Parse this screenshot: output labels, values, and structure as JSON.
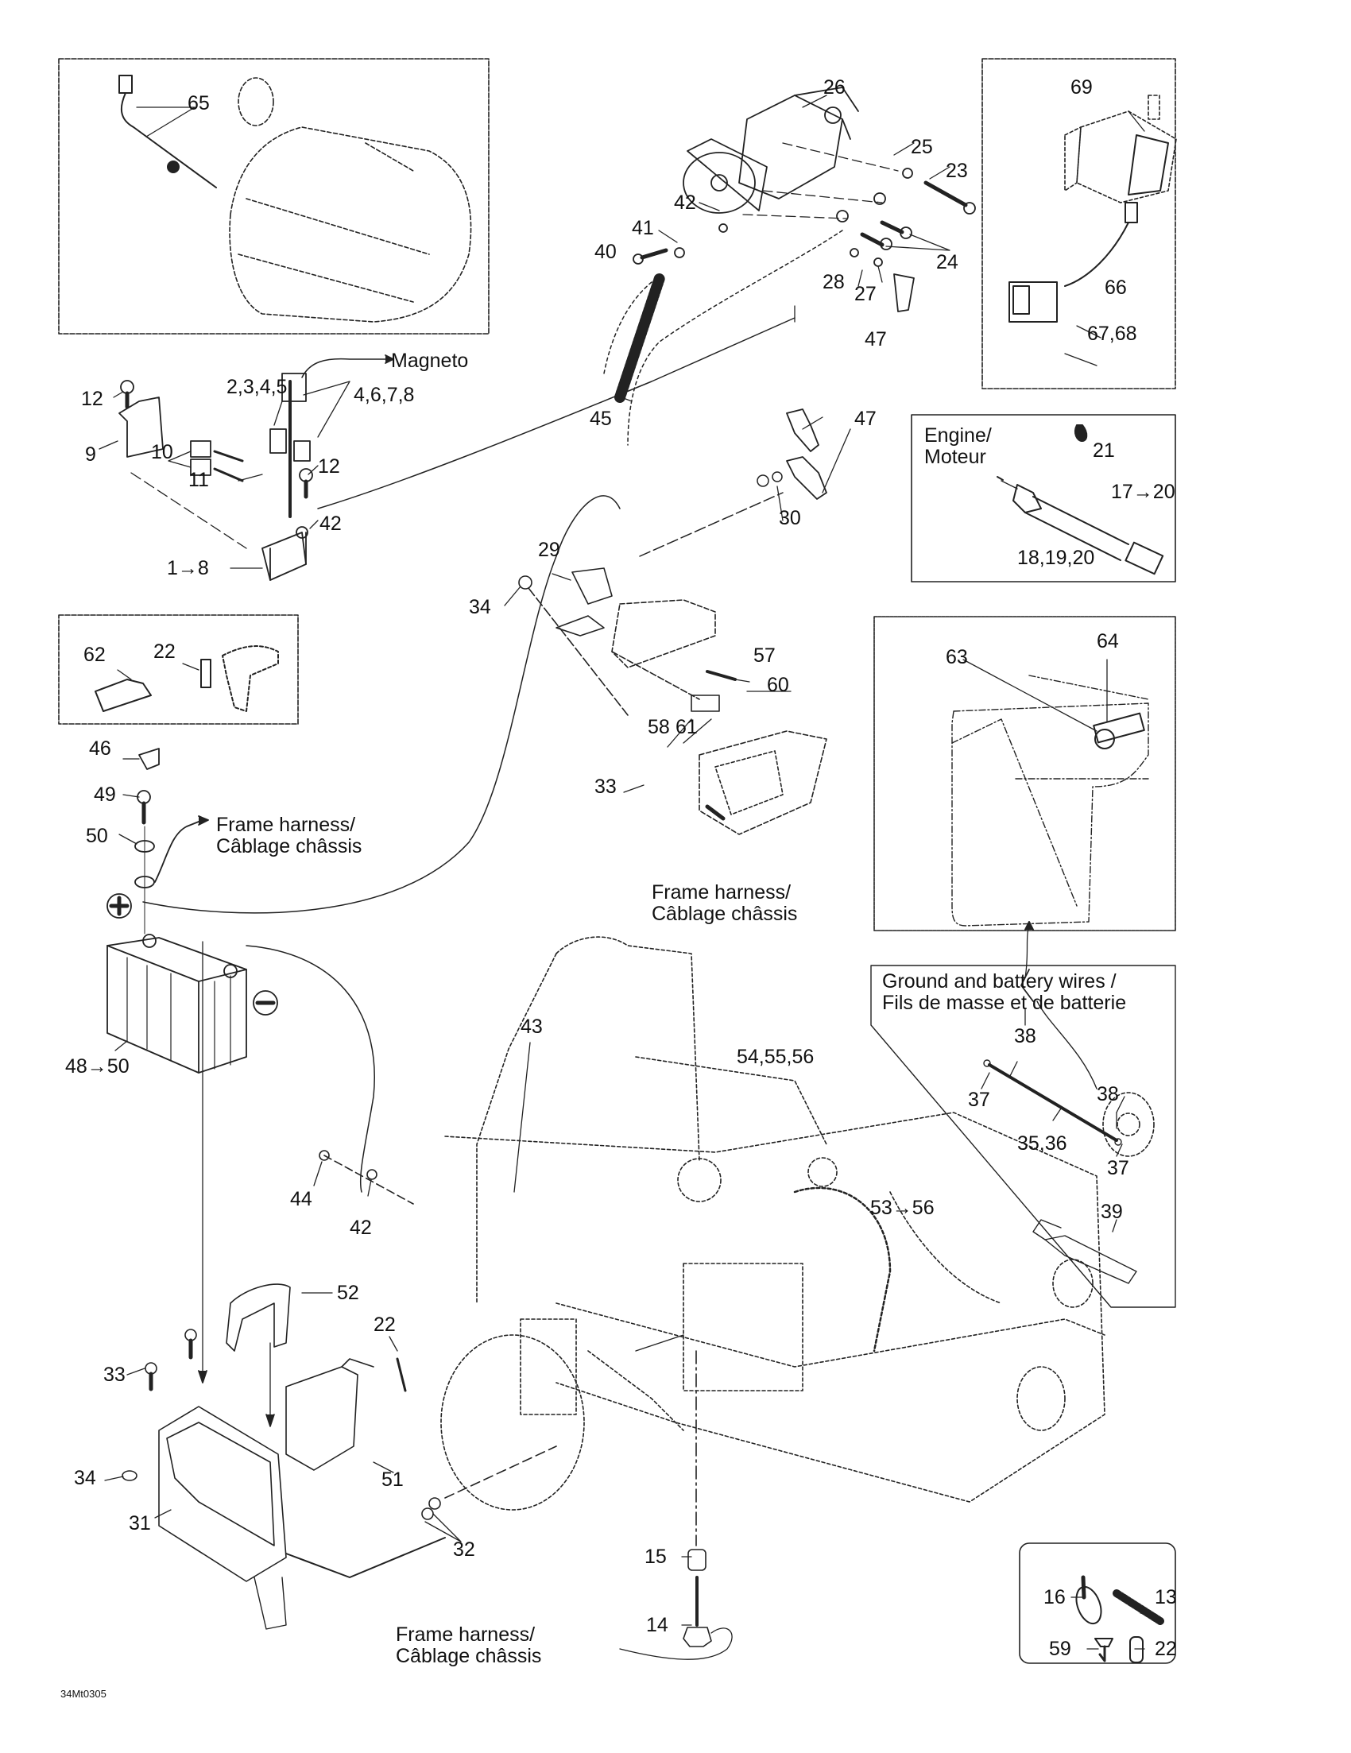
{
  "document": {
    "figure_code": "34Mt0305"
  },
  "callouts": {
    "magneto": "Magneto",
    "engine": [
      "Engine/",
      "Moteur"
    ],
    "frame_harness_1": [
      "Frame harness/",
      "Câblage châssis"
    ],
    "frame_harness_2": [
      "Frame harness/",
      "Câblage châssis"
    ],
    "frame_harness_3": [
      "Frame harness/",
      "Câblage châssis"
    ],
    "ground_wires": [
      "Ground and battery wires /",
      "Fils de masse et de batterie"
    ],
    "battery_positive_symbol": "+",
    "battery_negative_symbol": "−"
  },
  "insets": [
    {
      "id": "speed-sensor",
      "parts": [
        "65"
      ]
    },
    {
      "id": "relay",
      "parts": [
        "69",
        "66",
        "67,68"
      ]
    },
    {
      "id": "engine-sensor",
      "parts": [
        "21",
        "17→20",
        "18,19,20"
      ]
    },
    {
      "id": "fuel-tank-sender",
      "parts": [
        "63",
        "64"
      ]
    },
    {
      "id": "bracket",
      "parts": [
        "62",
        "22"
      ]
    },
    {
      "id": "ground-and-battery-wires",
      "parts": [
        "38",
        "37",
        "35,36",
        "38",
        "37",
        "39"
      ]
    },
    {
      "id": "hardware",
      "parts": [
        "16",
        "13",
        "59",
        "22"
      ]
    }
  ],
  "labels": {
    "p65": "65",
    "p26": "26",
    "p25": "25",
    "p23": "23",
    "p42a": "42",
    "p41": "41",
    "p40": "40",
    "p24": "24",
    "p28": "28",
    "p27": "27",
    "p47a": "47",
    "p69": "69",
    "p66": "66",
    "p6768": "67,68",
    "p12a": "12",
    "p2345": "2,3,4,5",
    "p4678": "4,6,7,8",
    "p9": "9",
    "p10": "10",
    "p11": "11",
    "p12b": "12",
    "p42b": "42",
    "p1to8": "1→8",
    "p45": "45",
    "p47b": "47",
    "p30": "30",
    "p21": "21",
    "p17to20": "17→20",
    "p181920": "18,19,20",
    "p29": "29",
    "p34a": "34",
    "p57": "57",
    "p60": "60",
    "p58": "58",
    "p61": "61",
    "p33a": "33",
    "p63": "63",
    "p64": "64",
    "p62": "62",
    "p22a": "22",
    "p46": "46",
    "p49": "49",
    "p50": "50",
    "p48to50": "48→50",
    "p43": "43",
    "p545556": "54,55,56",
    "p53to56": "53→56",
    "p38a": "38",
    "p37a": "37",
    "p3536": "35,36",
    "p38b": "38",
    "p37b": "37",
    "p39": "39",
    "p44": "44",
    "p42c": "42",
    "p52": "52",
    "p22b": "22",
    "p33b": "33",
    "p34b": "34",
    "p51": "51",
    "p31": "31",
    "p32": "32",
    "p15": "15",
    "p14": "14",
    "p16": "16",
    "p13": "13",
    "p59": "59",
    "p22c": "22"
  }
}
